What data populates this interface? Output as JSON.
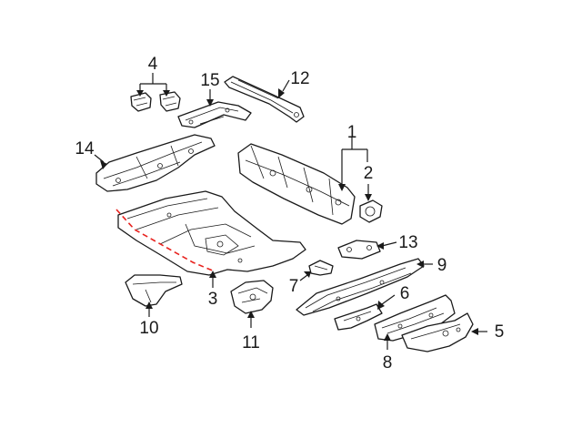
{
  "diagram": {
    "callouts": {
      "c1": "1",
      "c2": "2",
      "c3": "3",
      "c4": "4",
      "c5": "5",
      "c6": "6",
      "c7": "7",
      "c8": "8",
      "c9": "9",
      "c10": "10",
      "c11": "11",
      "c12": "12",
      "c13": "13",
      "c14": "14",
      "c15": "15"
    },
    "colors": {
      "line": "#1a1a1a",
      "cut_line": "#e8231f",
      "background": "#ffffff"
    }
  }
}
